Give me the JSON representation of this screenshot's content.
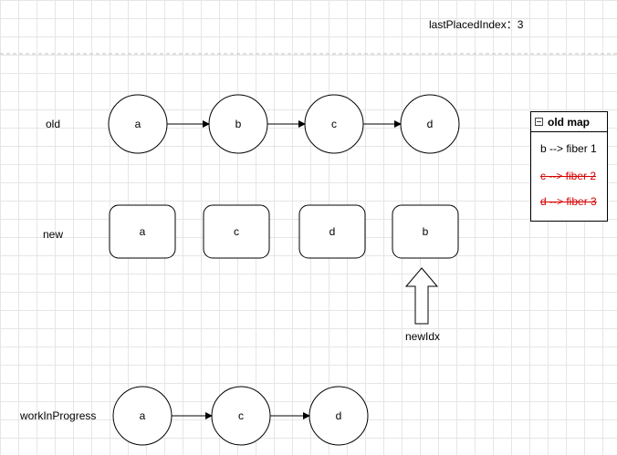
{
  "header": {
    "last_placed_label": "lastPlacedIndex：",
    "last_placed_value": "3"
  },
  "rows": {
    "old_label": "old",
    "new_label": "new",
    "wip_label": "workInProgress"
  },
  "old_nodes": [
    "a",
    "b",
    "c",
    "d"
  ],
  "new_nodes": [
    "a",
    "c",
    "d",
    "b"
  ],
  "wip_nodes": [
    "a",
    "c",
    "d"
  ],
  "pointer": {
    "label": "newIdx"
  },
  "old_map": {
    "title": "old map",
    "entries": [
      {
        "text": "b --> fiber 1",
        "deleted": false
      },
      {
        "text": "c --> fiber 2",
        "deleted": true
      },
      {
        "text": "d --> fiber 3",
        "deleted": true
      }
    ]
  },
  "colors": {
    "stroke": "#000000",
    "deleted": "#d60000",
    "grid": "#e6e6e6",
    "divider": "#bfbfbf"
  }
}
